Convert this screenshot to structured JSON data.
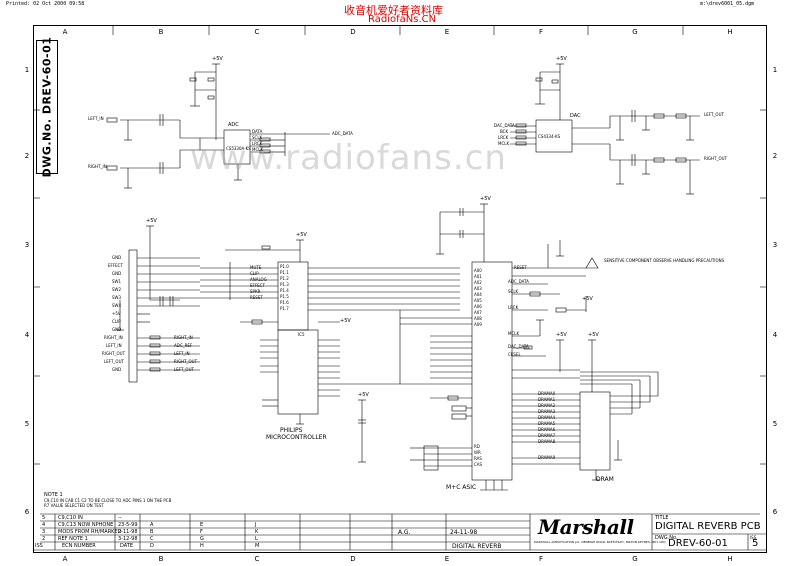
{
  "header": {
    "print_info": "Printed: 02 Oct 2000 09:58",
    "file_path": "m:\\drev6001_05.dgm",
    "watermark_cn": "收音机爱好者资料库",
    "watermark_en": "RadiofaNs.CN",
    "watermark_url": "www.radiofans.cn"
  },
  "border": {
    "columns": [
      "A",
      "B",
      "C",
      "D",
      "E",
      "F",
      "G",
      "H"
    ],
    "rows": [
      "1",
      "2",
      "3",
      "4",
      "5",
      "6"
    ]
  },
  "side_title": "DWG.No. DREV-60-01",
  "schematic": {
    "supply": "+5V",
    "adc": {
      "title": "ADC",
      "part": "CS5330A-KS",
      "pins": [
        "DATA",
        "SCLK",
        "LRCK",
        "MCLK"
      ],
      "out": "ADC_DATA"
    },
    "dac": {
      "title": "DAC",
      "part": "CS4334-KS",
      "pins": [
        "DAC_DATA",
        "BCK",
        "LRCK",
        "MCLK"
      ],
      "outs": [
        "LEFT_OUT",
        "RIGHT_OUT"
      ]
    },
    "inputs": [
      "LEFT_IN",
      "RIGHT_IN"
    ],
    "micro": {
      "maker": "PHILIPS",
      "name": "MICROCONTROLLER",
      "ref": "IC5",
      "ports": [
        "P1.0",
        "P1.1",
        "P1.2",
        "P1.3",
        "P1.4",
        "P1.5",
        "P1.6",
        "P1.7"
      ],
      "signals": [
        "MUTE",
        "CLIP",
        "ANALOG",
        "EFFECT",
        "SPKR",
        "RESET"
      ]
    },
    "connector": {
      "pins": [
        "GND",
        "EFFECT",
        "GND",
        "SW1",
        "SW2",
        "SW3",
        "SW4",
        "+5V",
        "CLIP",
        "GND",
        "RIGHT_IN",
        "LEFT_IN",
        "RIGHT_OUT",
        "LEFT_OUT",
        "GND"
      ],
      "labels_right": [
        "RIGHT_IN",
        "ADC_REF",
        "LEFT_IN",
        "RIGHT_OUT",
        "LEFT_OUT"
      ]
    },
    "asic": {
      "name": "M+C ASIC",
      "pins_left": [
        "A00",
        "A01",
        "A02",
        "A03",
        "A04",
        "A05",
        "A06",
        "A07",
        "A08",
        "A09"
      ],
      "pins_right": [
        "RESET",
        "ADC_DATA",
        "SCLK",
        "LRCK",
        "MCLK",
        "DAC_DATA",
        "CKSEL",
        "RD",
        "WR",
        "RAS",
        "CAS"
      ],
      "warning": "SENSITIVE COMPONENT OBSERVE HANDLING PRECAUTIONS"
    },
    "dram": {
      "name": "DRAM",
      "pins": [
        "DRAMA0",
        "DRAMA1",
        "DRAMA2",
        "DRAMA3",
        "DRAMA4",
        "DRAMA5",
        "DRAMA6",
        "DRAMA7",
        "DRAMA8",
        "DRAMA9"
      ]
    }
  },
  "notes": {
    "title": "NOTE 1",
    "lines": [
      "C9,C10 IN CAB C1 C2 TO BE CLOSE TO ADC PINS 1 ON THE PCB",
      "R7 VALUE SELECTED ON TEST"
    ]
  },
  "revisions": {
    "rows": [
      {
        "iss": "5",
        "ecn": "C9,C10 IN",
        "date": "--"
      },
      {
        "iss": "4",
        "ecn": "C9,C13 NOW NPHONE",
        "date": "23-5-99"
      },
      {
        "iss": "3",
        "ecn": "MODS FROM RH/MARKED",
        "date": "2-11-98"
      },
      {
        "iss": "2",
        "ecn": "REF NOTE 1",
        "date": "3-12-98"
      }
    ],
    "headers": [
      "ISS",
      "ECN NUMBER",
      "DATE"
    ],
    "grid_letters": [
      "A",
      "B",
      "C",
      "D",
      "E",
      "F",
      "G",
      "H",
      "J",
      "K",
      "L",
      "M"
    ]
  },
  "title_block": {
    "drawn_by": "A.G.",
    "date": "24-11-98",
    "project": "DIGITAL REVERB",
    "company": "Marshall",
    "address": "MARSHALL AMPLIFICATION plc, DENBIGH ROAD, BLETCHLEY, MILTON KEYNES, MK1 1DQ",
    "title_label": "TITLE",
    "title": "DIGITAL REVERB PCB",
    "dwg_label": "DWG.No.",
    "dwg_no": "DREV-60-01",
    "iss_label": "ISS",
    "iss": "5"
  }
}
